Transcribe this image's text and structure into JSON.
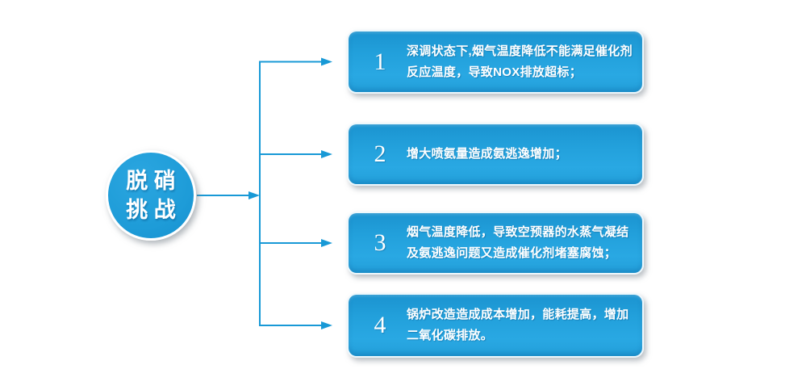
{
  "colors": {
    "accent": "#1899d6",
    "circle_fill": "#1e9cd8",
    "box_gradient_top": "#1b93d0",
    "box_gradient_bottom": "#29a8e3",
    "text": "#ffffff"
  },
  "hub": {
    "lines": [
      "脱 硝",
      "挑 战"
    ]
  },
  "challenges": [
    {
      "number": "1",
      "lines": [
        "深调状态下,烟气温度降低不能满足催化剂",
        "反应温度，导致NOX排放超标；"
      ]
    },
    {
      "number": "2",
      "lines": [
        "增大喷氨量造成氨逃逸增加；"
      ]
    },
    {
      "number": "3",
      "lines": [
        "烟气温度降低，导致空预器的水蒸气凝结",
        "及氨逃逸问题又造成催化剂堵塞腐蚀；"
      ]
    },
    {
      "number": "4",
      "lines": [
        "锅炉改造造成成本增加，能耗提高，增加",
        "二氧化碳排放。"
      ]
    }
  ]
}
